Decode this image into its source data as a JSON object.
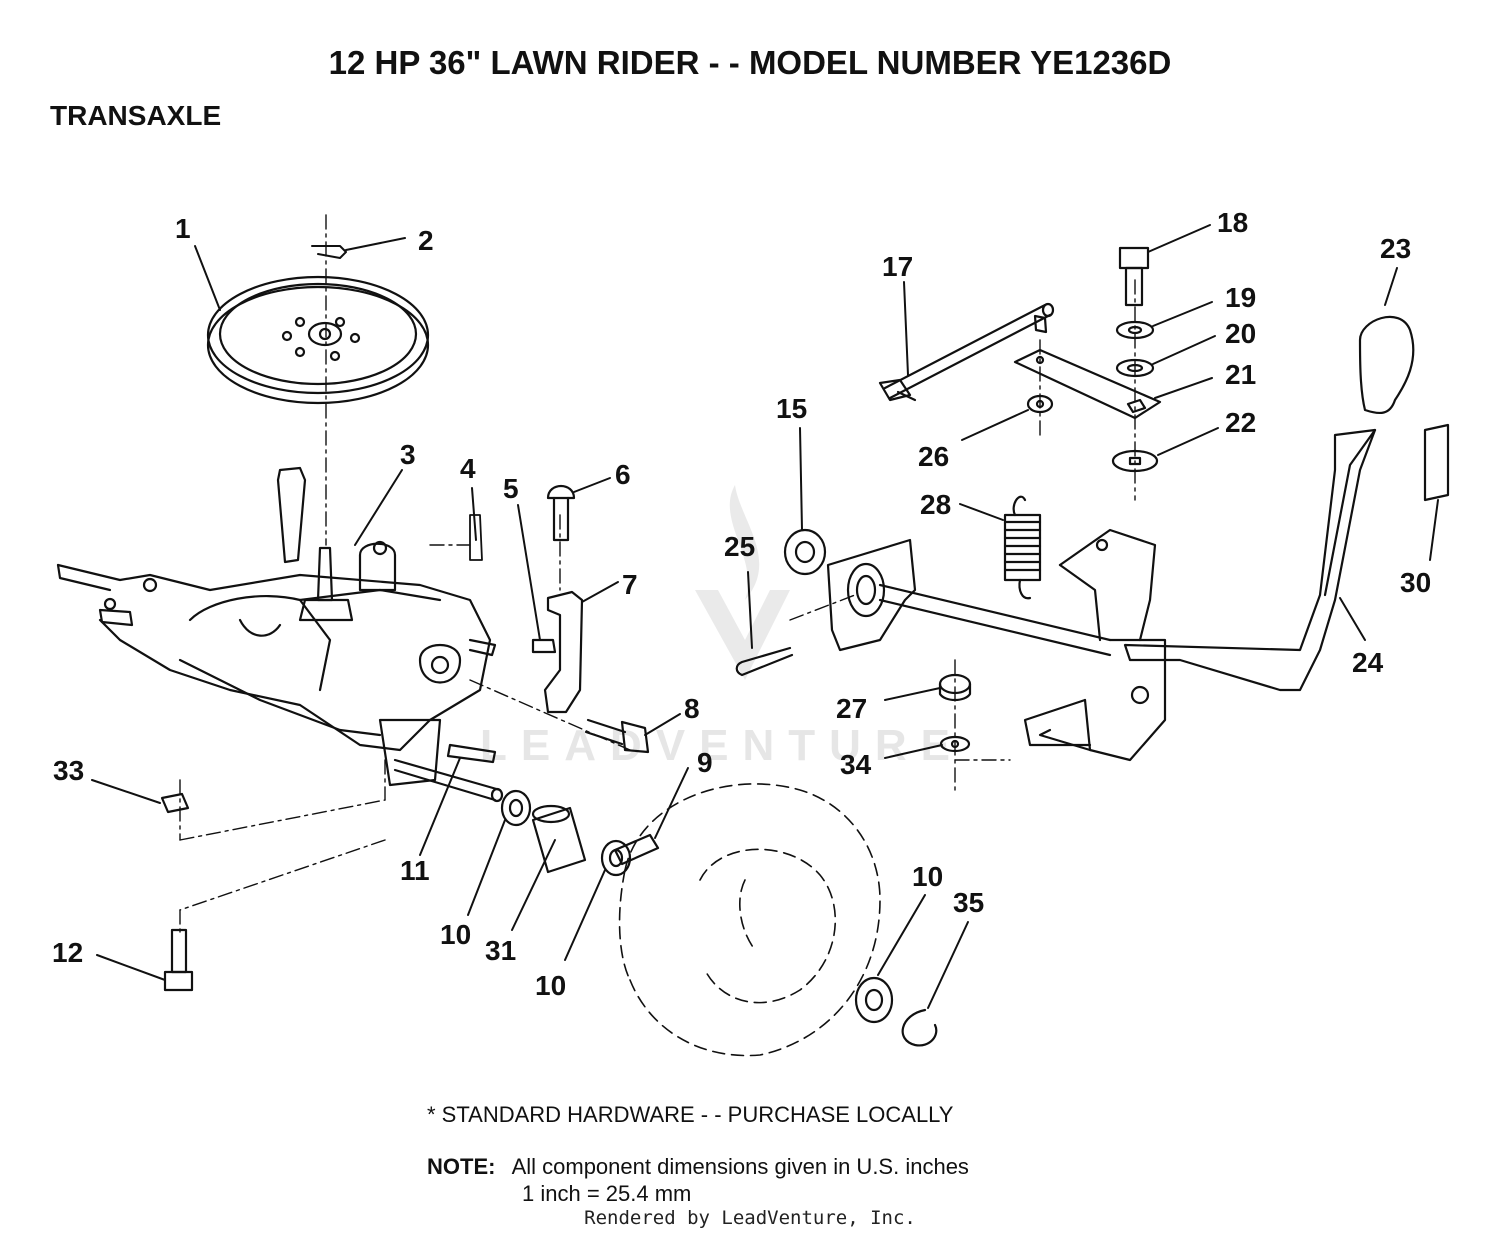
{
  "title": "12 HP 36\" LAWN RIDER - - MODEL NUMBER YE1236D",
  "section": "TRANSAXLE",
  "watermark": "LEADVENTURE",
  "callouts": [
    {
      "id": "c1",
      "label": "1"
    },
    {
      "id": "c2",
      "label": "2"
    },
    {
      "id": "c3",
      "label": "3"
    },
    {
      "id": "c4",
      "label": "4"
    },
    {
      "id": "c5",
      "label": "5"
    },
    {
      "id": "c6",
      "label": "6"
    },
    {
      "id": "c7",
      "label": "7"
    },
    {
      "id": "c8",
      "label": "8"
    },
    {
      "id": "c9",
      "label": "9"
    },
    {
      "id": "c10a",
      "label": "10"
    },
    {
      "id": "c10b",
      "label": "10"
    },
    {
      "id": "c10c",
      "label": "10"
    },
    {
      "id": "c11",
      "label": "11"
    },
    {
      "id": "c12",
      "label": "12"
    },
    {
      "id": "c15",
      "label": "15"
    },
    {
      "id": "c17",
      "label": "17"
    },
    {
      "id": "c18",
      "label": "18"
    },
    {
      "id": "c19",
      "label": "19"
    },
    {
      "id": "c20",
      "label": "20"
    },
    {
      "id": "c21",
      "label": "21"
    },
    {
      "id": "c22",
      "label": "22"
    },
    {
      "id": "c23",
      "label": "23"
    },
    {
      "id": "c24",
      "label": "24"
    },
    {
      "id": "c25",
      "label": "25"
    },
    {
      "id": "c26",
      "label": "26"
    },
    {
      "id": "c27",
      "label": "27"
    },
    {
      "id": "c28",
      "label": "28"
    },
    {
      "id": "c30",
      "label": "30"
    },
    {
      "id": "c31",
      "label": "31"
    },
    {
      "id": "c33",
      "label": "33"
    },
    {
      "id": "c34",
      "label": "34"
    },
    {
      "id": "c35",
      "label": "35"
    }
  ],
  "footer": {
    "standard_hardware": "* STANDARD HARDWARE - - PURCHASE LOCALLY",
    "note_label": "NOTE:",
    "note_text": "All component dimensions given in U.S. inches",
    "conversion": "1 inch = 25.4 mm",
    "rendered_by": "Rendered by LeadVenture, Inc."
  }
}
